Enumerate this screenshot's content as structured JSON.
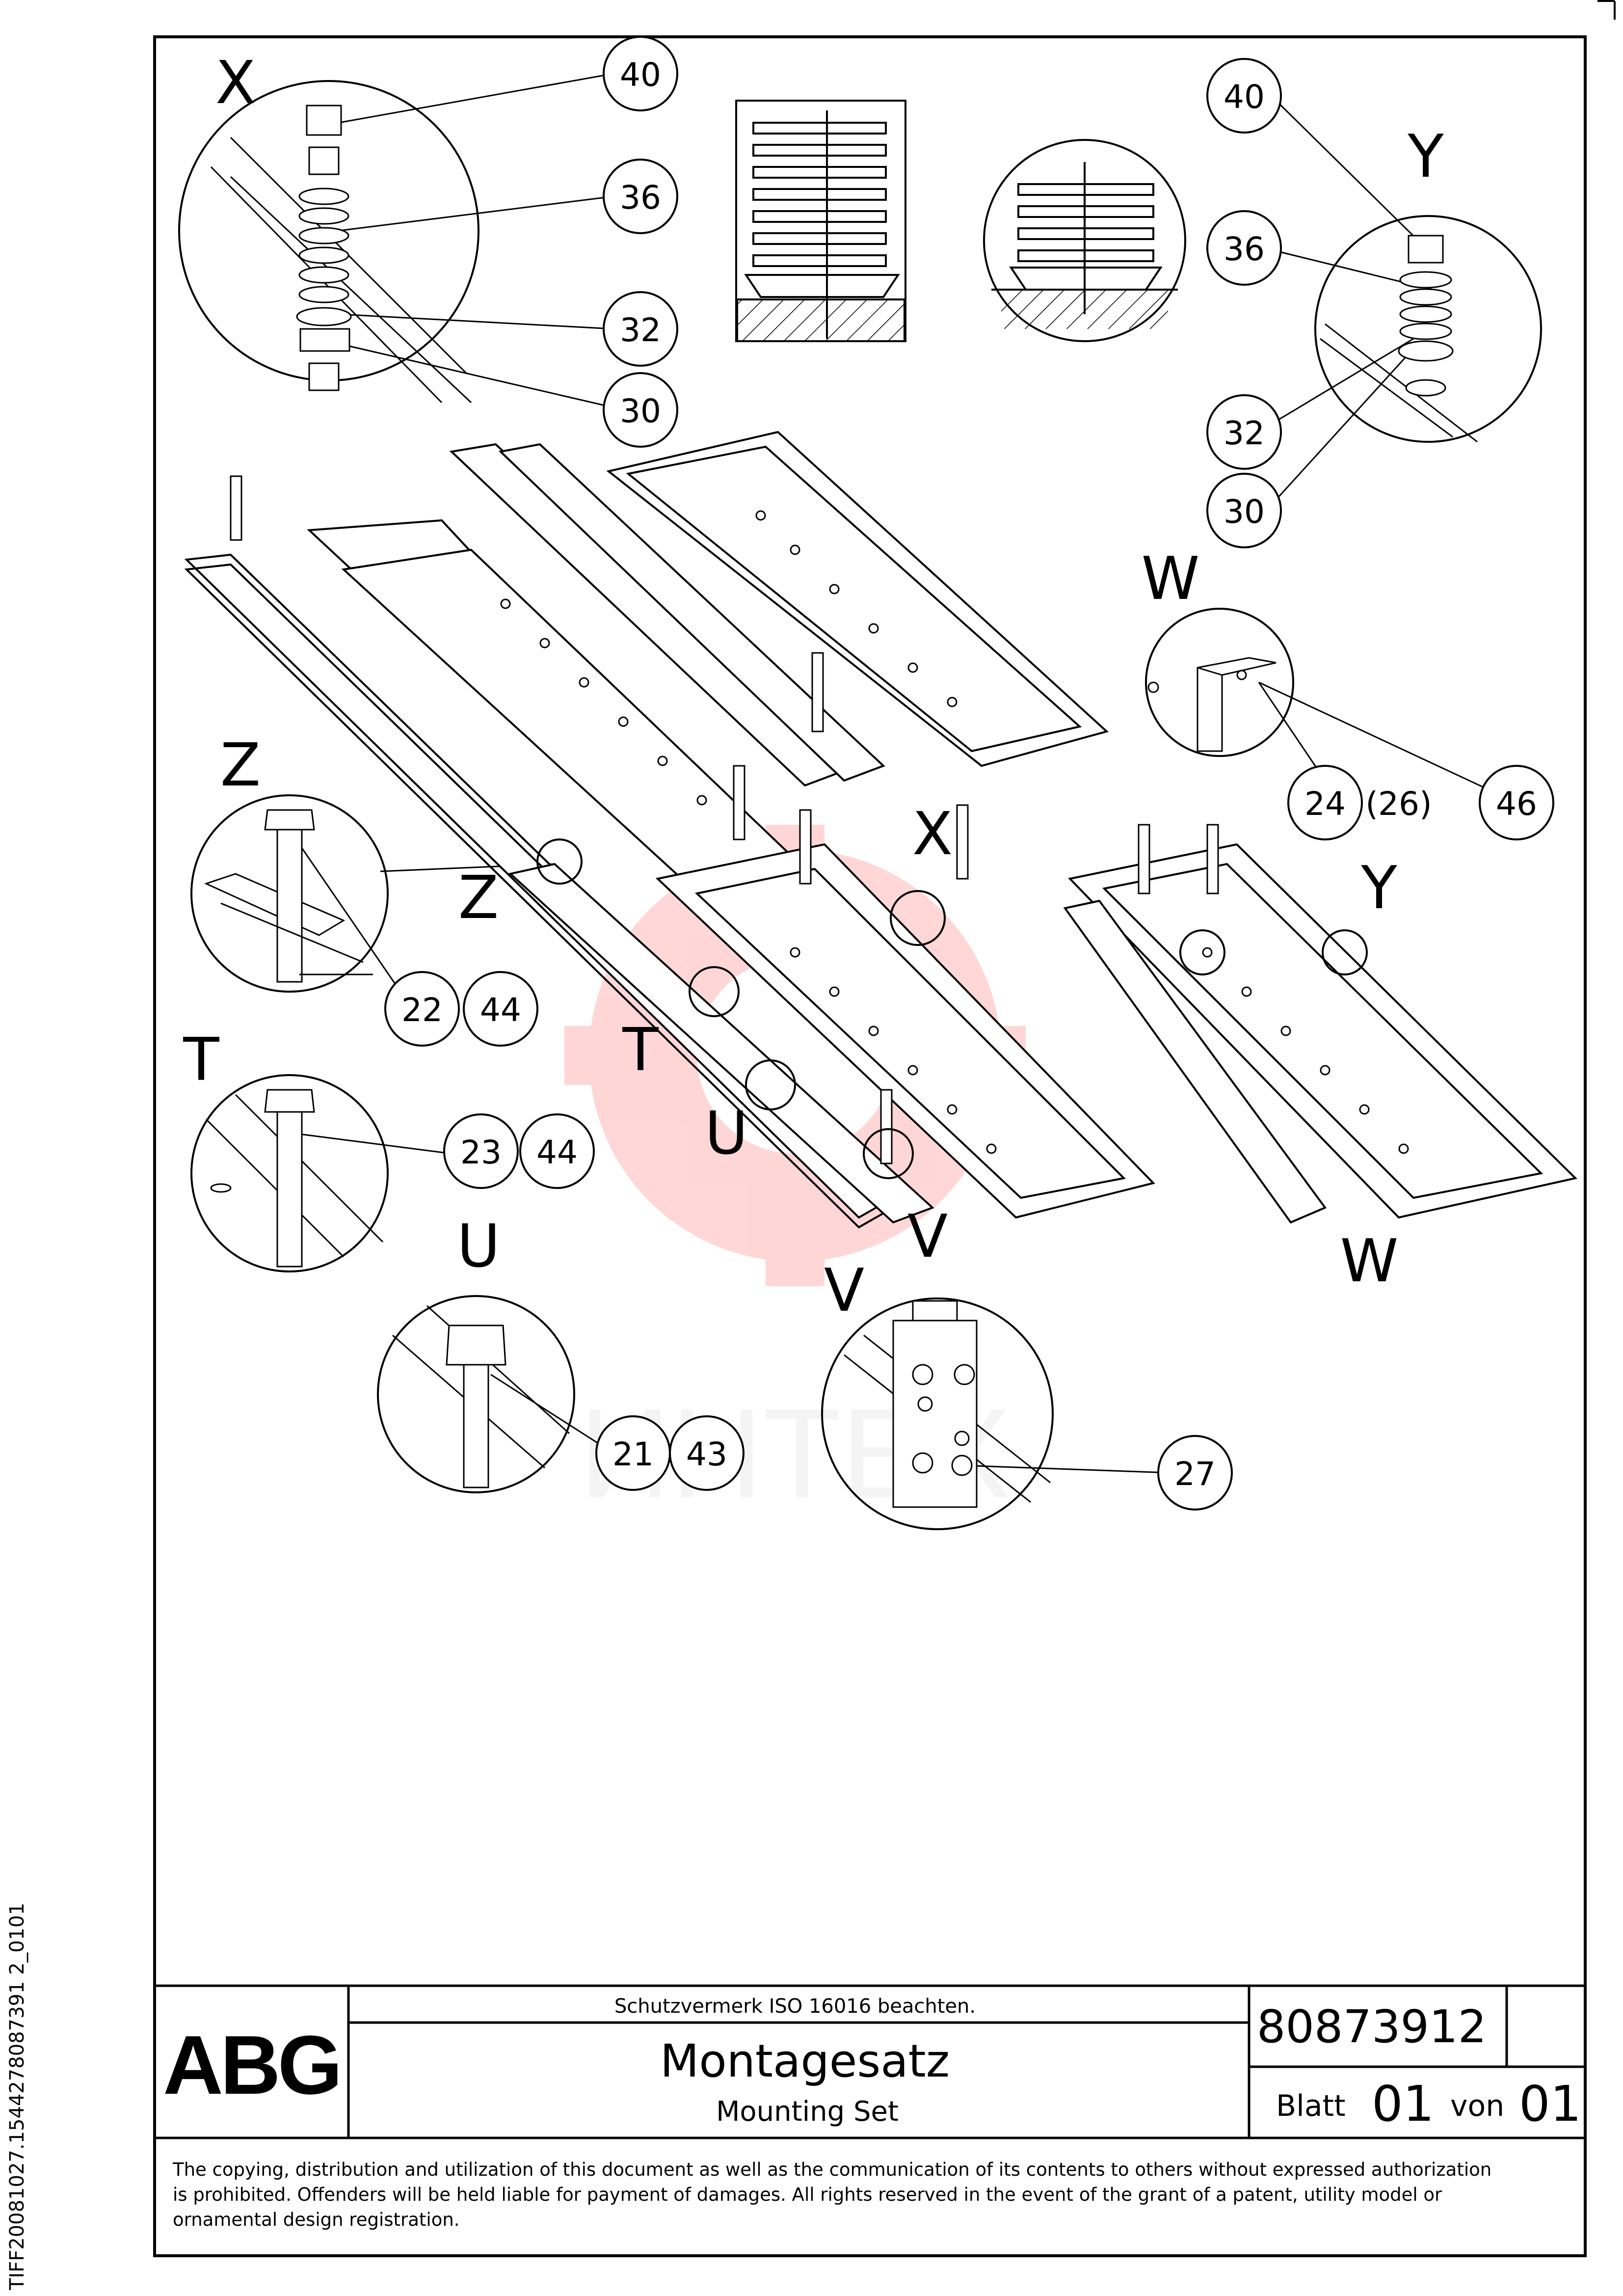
{
  "side_code": "TIFF20081027.1544278087391 2_0101",
  "callouts": {
    "detail_x": {
      "letter": "X",
      "items": [
        "40",
        "36",
        "32",
        "30"
      ]
    },
    "detail_y": {
      "letter": "Y",
      "items": [
        "40",
        "36",
        "32",
        "30"
      ]
    },
    "detail_w": {
      "letter": "W",
      "items": [
        "24",
        "(26)",
        "46"
      ]
    },
    "detail_z": {
      "letter": "Z",
      "items": [
        "22",
        "44"
      ]
    },
    "detail_t": {
      "letter": "T",
      "items": [
        "23",
        "44"
      ]
    },
    "detail_u": {
      "letter": "U",
      "items": [
        "21",
        "43"
      ]
    },
    "detail_v": {
      "letter": "V",
      "items": [
        "27"
      ]
    }
  },
  "assembly_labels": {
    "z": "Z",
    "t": "T",
    "u": "U",
    "v": "V",
    "x": "X",
    "y": "Y",
    "w": "W"
  },
  "watermark": "ИНТЕХ",
  "title_block": {
    "logo": "ABG",
    "protection_note": "Schutzvermerk ISO 16016 beachten.",
    "title_de": "Montagesatz",
    "title_en": "Mounting Set",
    "drawing_number": "80873912",
    "sheet_label": "Blatt",
    "sheet_number": "01",
    "of_label": "von",
    "sheet_total": "01",
    "disclaimer_line1": "The copying, distribution and utilization of this document as well as the communication of its contents to others without expressed authorization",
    "disclaimer_line2": "is prohibited. Offenders will be held liable for payment of damages. All rights reserved in the event of the grant of a patent, utility model or",
    "disclaimer_line3": "ornamental design registration."
  }
}
